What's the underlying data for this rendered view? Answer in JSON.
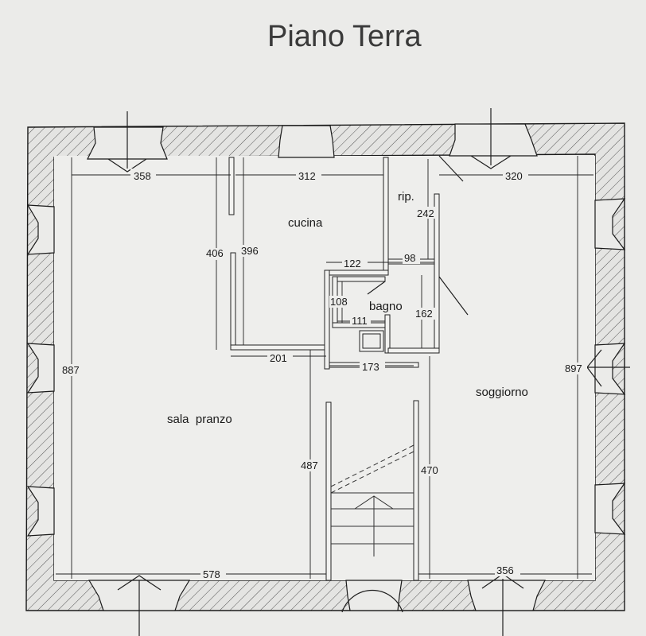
{
  "title": "Piano Terra",
  "rooms": {
    "cucina": "cucina",
    "rip": "rip.",
    "bagno": "bagno",
    "soggiorno": "soggiorno",
    "sala_pranzo": "sala  pranzo"
  },
  "dimensions": {
    "d358": "358",
    "d312": "312",
    "d320": "320",
    "d242": "242",
    "d406": "406",
    "d396": "396",
    "d122": "122",
    "d98": "98",
    "d108": "108",
    "d111": "111",
    "d162": "162",
    "d201": "201",
    "d173": "173",
    "d887": "887",
    "d897": "897",
    "d487": "487",
    "d470": "470",
    "d578": "578",
    "d356": "356"
  }
}
